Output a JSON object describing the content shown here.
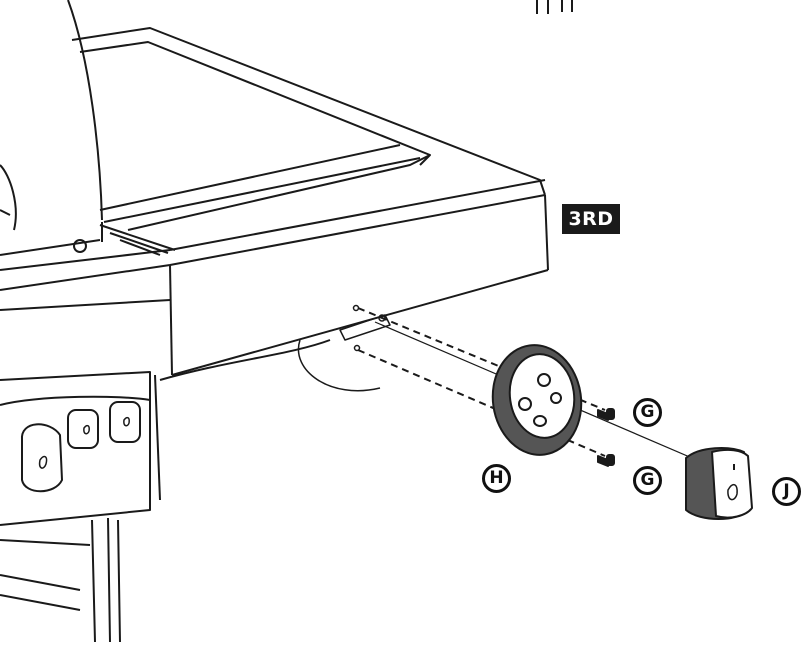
{
  "step": {
    "label": "3RD"
  },
  "parts": {
    "screw_top": "G",
    "screw_bottom": "G",
    "bezel": "H",
    "knob": "J"
  },
  "colors": {
    "line": "#1a1a1a",
    "fill_dark": "#555555",
    "badge_bg": "#1a1a1a"
  }
}
